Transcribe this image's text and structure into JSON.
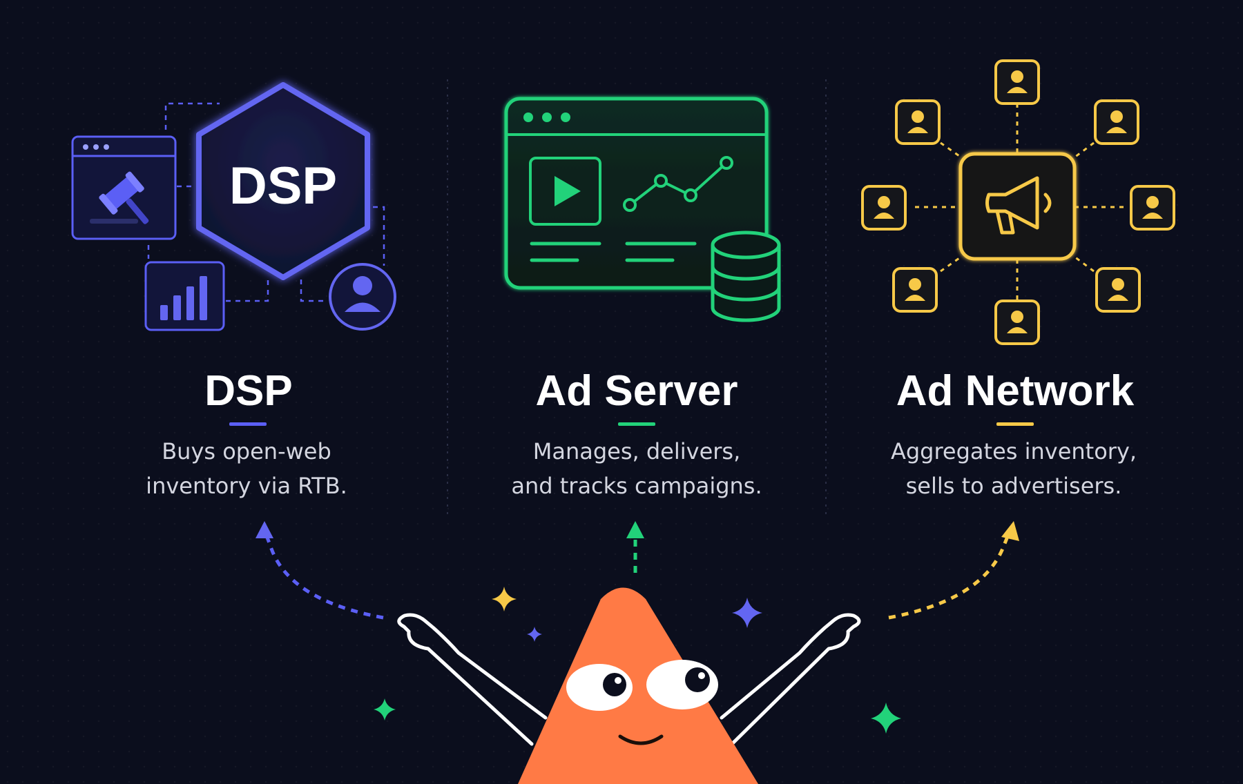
{
  "colors": {
    "background": "#0b0e1d",
    "dsp_accent": "#5b5ff5",
    "ad_server_accent": "#22d27a",
    "ad_network_accent": "#f7c948",
    "mascot": "#ff7a45"
  },
  "panels": [
    {
      "title": "DSP",
      "badge": "DSP",
      "description_lines": [
        "Buys open-web",
        "inventory via RTB."
      ],
      "icons": [
        "browser-window-icon",
        "gavel-icon",
        "bar-chart-icon",
        "user-circle-icon",
        "hexagon-badge"
      ]
    },
    {
      "title": "Ad Server",
      "description_lines": [
        "Manages, delivers,",
        "and tracks campaigns."
      ],
      "icons": [
        "browser-window-icon",
        "play-button-icon",
        "line-chart-icon",
        "database-icon"
      ]
    },
    {
      "title": "Ad Network",
      "description_lines": [
        "Aggregates inventory,",
        "sells to advertisers."
      ],
      "icons": [
        "megaphone-icon",
        "user-icon"
      ]
    }
  ],
  "mascot": {
    "icon": "orange-cone-mascot-icon",
    "sparkles": [
      "sparkle-icon"
    ]
  }
}
